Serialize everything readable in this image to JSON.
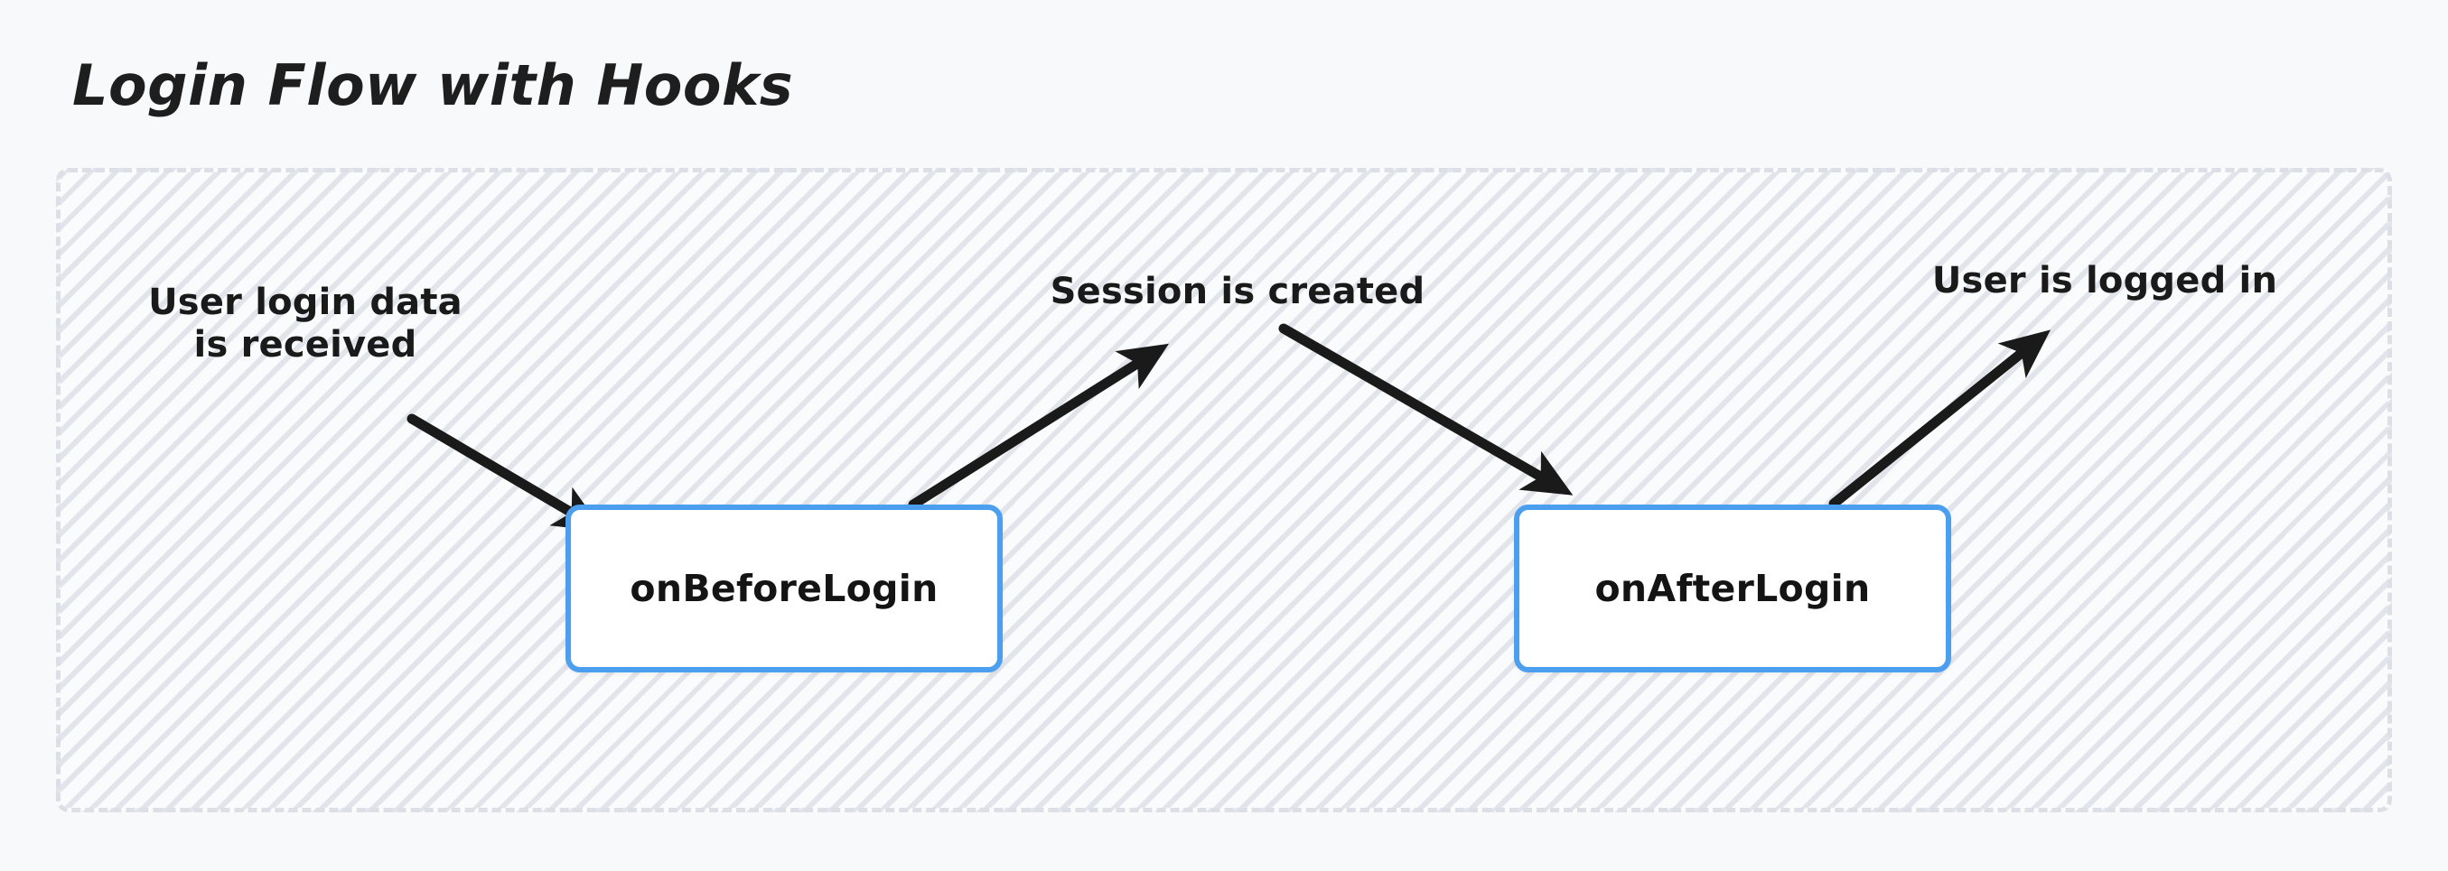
{
  "title": "Login Flow with Hooks",
  "colors": {
    "page_background": "#f8f9fb",
    "container_background": "#fafbfc",
    "container_border": "#dcdfe5",
    "node_border": "#4b9fee",
    "node_fill": "#ffffff",
    "arrow": "#1a1a1a",
    "text": "#1a1a1a"
  },
  "container": {
    "border_style": "dashed",
    "fill_pattern": "diagonal-hatch"
  },
  "nodes": [
    {
      "id": "on-before-login",
      "label": "onBeforeLogin"
    },
    {
      "id": "on-after-login",
      "label": "onAfterLogin"
    }
  ],
  "annotations": [
    {
      "id": "user-login-data",
      "text": "User login data\nis received"
    },
    {
      "id": "session-created",
      "text": "Session is created"
    },
    {
      "id": "user-logged-in",
      "text": "User is logged in"
    }
  ],
  "arrows": [
    {
      "id": "arrow-input-to-before-login",
      "from": "User login data is received",
      "to": "onBeforeLogin",
      "direction": "down-right"
    },
    {
      "id": "arrow-before-login-to-session",
      "from": "onBeforeLogin",
      "to": "Session is created",
      "direction": "up-right"
    },
    {
      "id": "arrow-session-to-after-login",
      "from": "Session is created",
      "to": "onAfterLogin",
      "direction": "down-right"
    },
    {
      "id": "arrow-after-login-to-logged-in",
      "from": "onAfterLogin",
      "to": "User is logged in",
      "direction": "up-right"
    }
  ]
}
